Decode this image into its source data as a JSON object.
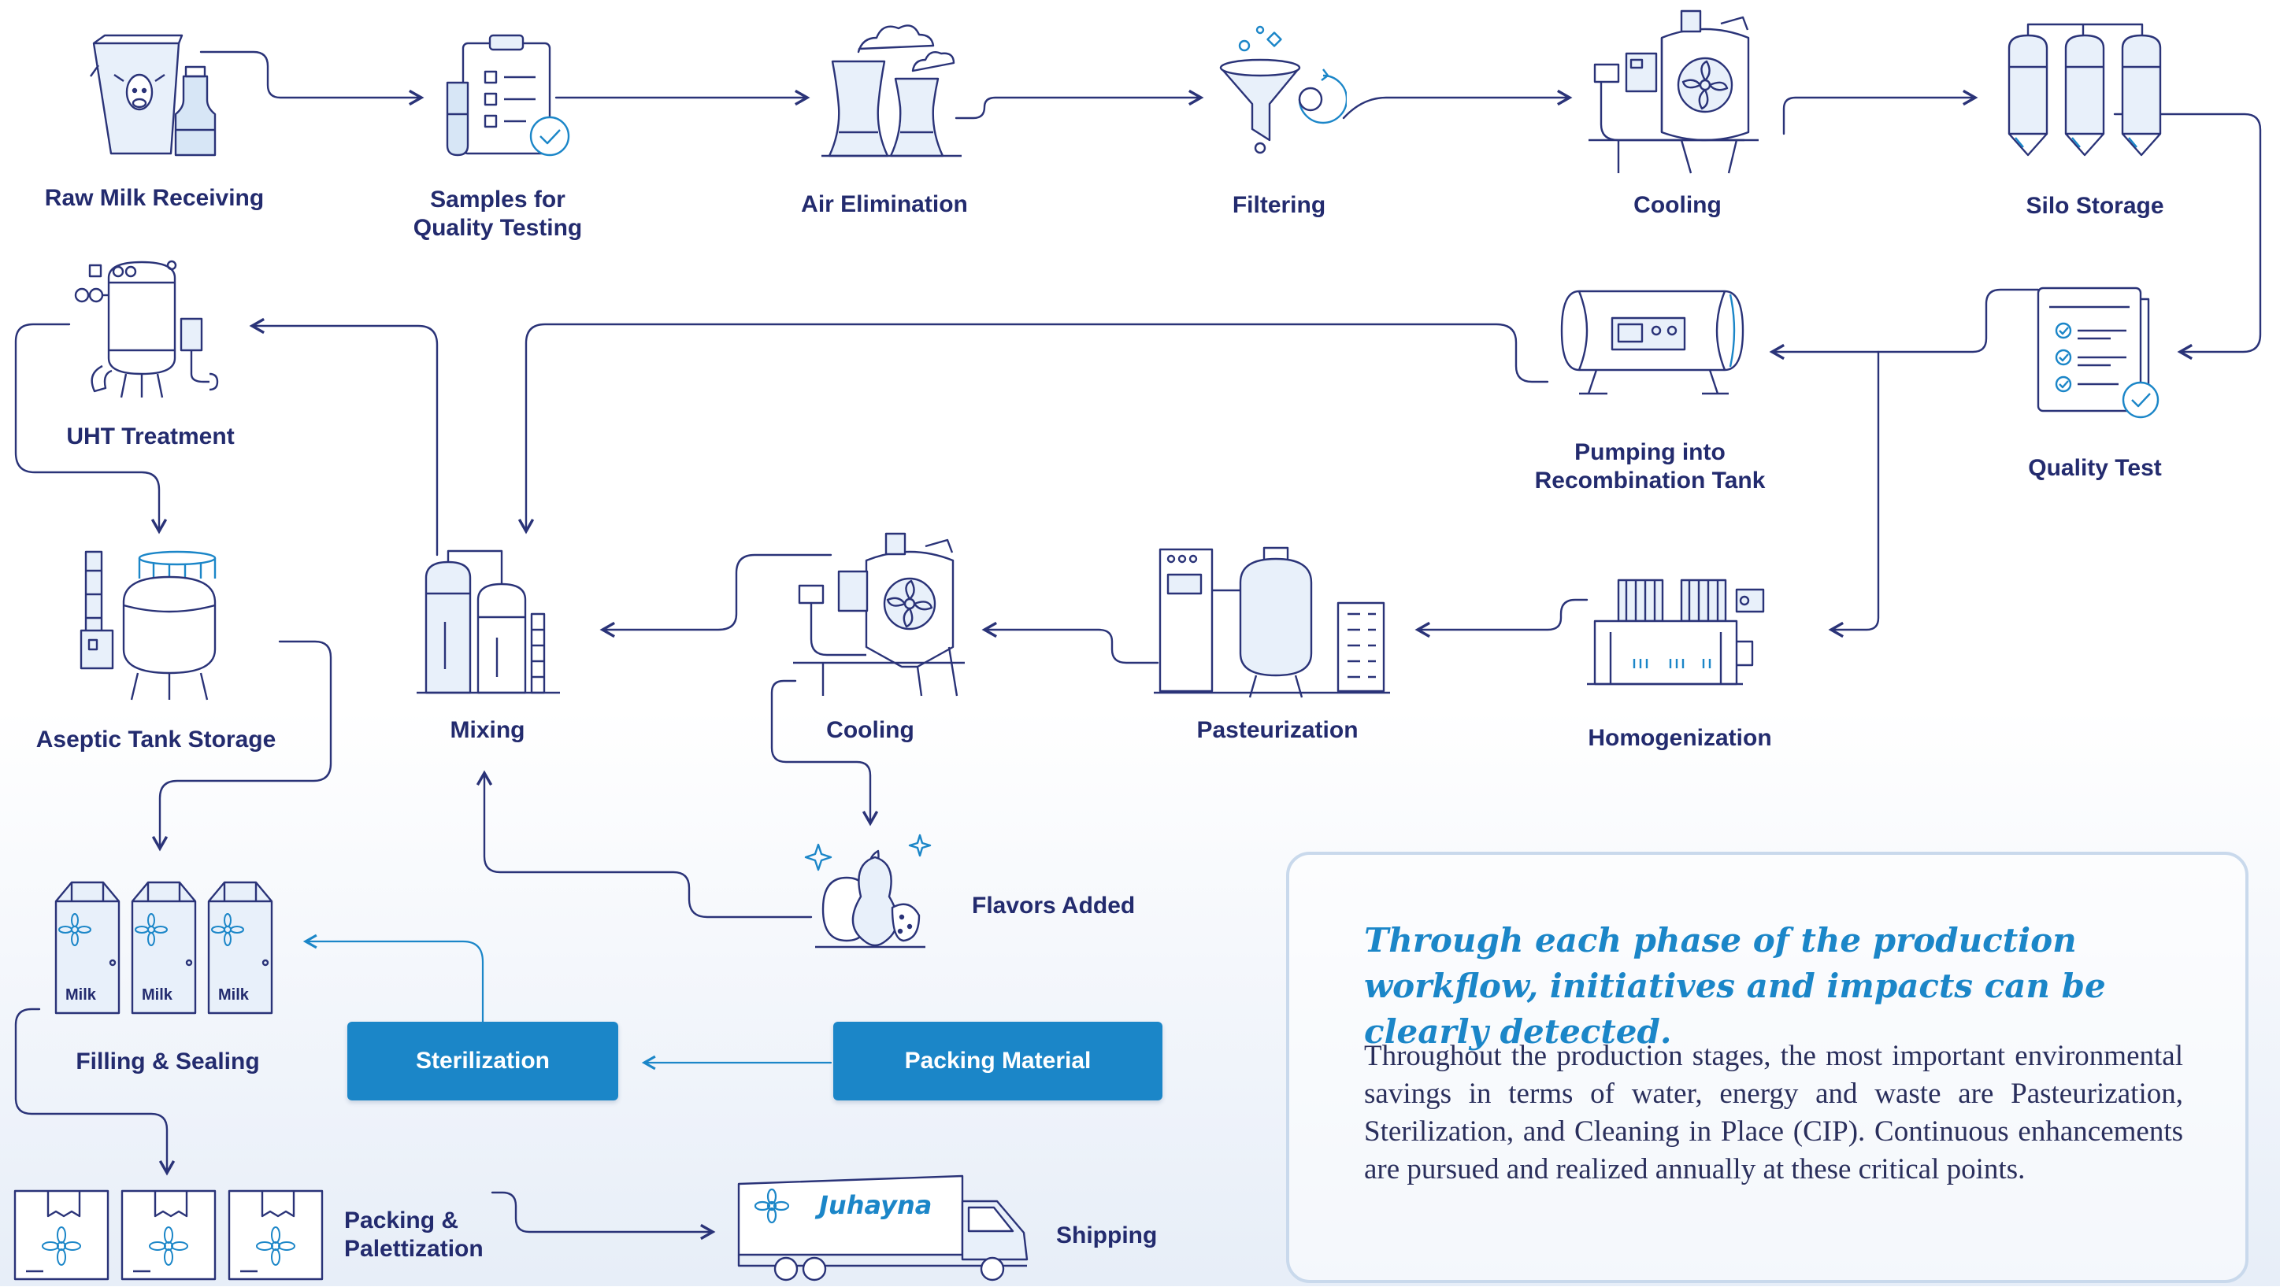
{
  "steps": {
    "raw_milk": "Raw Milk Receiving",
    "samples_line1": "Samples for",
    "samples_line2": "Quality Testing",
    "air_elimination": "Air Elimination",
    "filtering": "Filtering",
    "cooling_1": "Cooling",
    "silo_storage": "Silo Storage",
    "uht_treatment": "UHT Treatment",
    "pumping_line1": "Pumping into",
    "pumping_line2": "Recombination Tank",
    "quality_test": "Quality Test",
    "aseptic_tank": "Aseptic Tank Storage",
    "mixing": "Mixing",
    "cooling_2": "Cooling",
    "pasteurization": "Pasteurization",
    "homogenization": "Homogenization",
    "flavors_added": "Flavors Added",
    "filling_sealing": "Filling & Sealing",
    "sterilization": "Sterilization",
    "packing_material": "Packing Material",
    "packing_line1": "Packing &",
    "packing_line2": "Palettization",
    "shipping": "Shipping"
  },
  "carton_label": "Milk",
  "truck_brand": "Juhayna",
  "note": {
    "title": "Through each phase of the production workflow, initiatives and impacts can be clearly detected.",
    "body": "Throughout the production  stages, the most important environmental savings in terms of water, energy and waste are Pasteurization, Sterilization, and Cleaning in Place (CIP). Continuous enhancements are pursued and realized annually at these critical points."
  },
  "colors": {
    "line": "#2a3378",
    "label": "#232b6e",
    "accent_blue": "#1b86c8",
    "note_border": "#c9d9ec"
  },
  "icons": [
    "milk-can-icon",
    "clipboard-icon",
    "cooling-tower-icon",
    "filter-funnel-icon",
    "tank-fan-icon",
    "silo-icon",
    "uht-vessel-icon",
    "pump-tank-icon",
    "checklist-icon",
    "aseptic-tank-icon",
    "mixing-silo-icon",
    "pasteurizer-icon",
    "homogenizer-icon",
    "fruit-icon",
    "milk-carton-icon",
    "package-box-icon",
    "truck-icon"
  ]
}
